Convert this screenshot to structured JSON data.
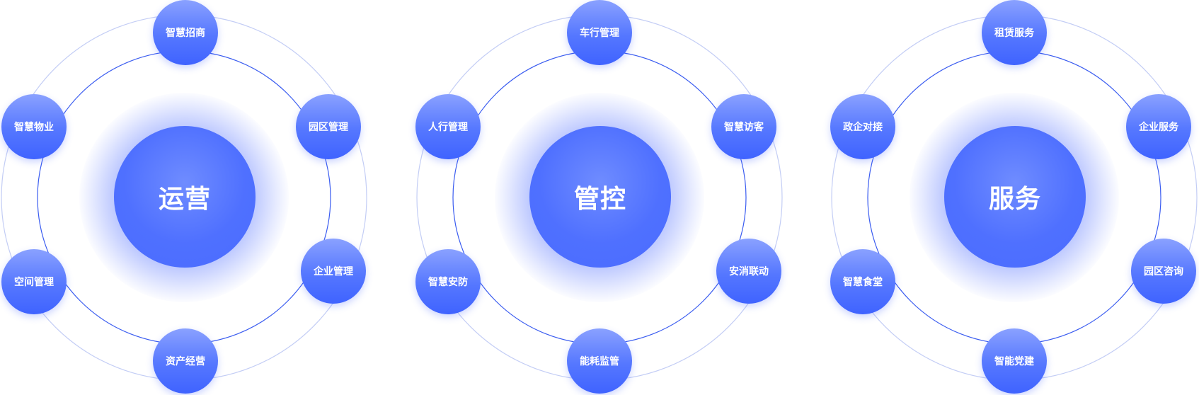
{
  "diagrams": [
    {
      "center": "运营",
      "nodes": [
        "智慧招商",
        "园区管理",
        "企业管理",
        "资产经营",
        "空间管理",
        "智慧物业"
      ]
    },
    {
      "center": "管控",
      "nodes": [
        "车行管理",
        "智慧访客",
        "安消联动",
        "能耗监管",
        "智慧安防",
        "人行管理"
      ]
    },
    {
      "center": "服务",
      "nodes": [
        "租赁服务",
        "企业服务",
        "园区咨询",
        "智能党建",
        "智慧食堂",
        "政企对接"
      ]
    }
  ],
  "colors": {
    "node_top": "#8aa1ff",
    "node_bottom": "#3f63ff",
    "core": "#4f70ff",
    "inner_ring": "#3a5cf0",
    "outer_ring": "#c3cdf5"
  }
}
